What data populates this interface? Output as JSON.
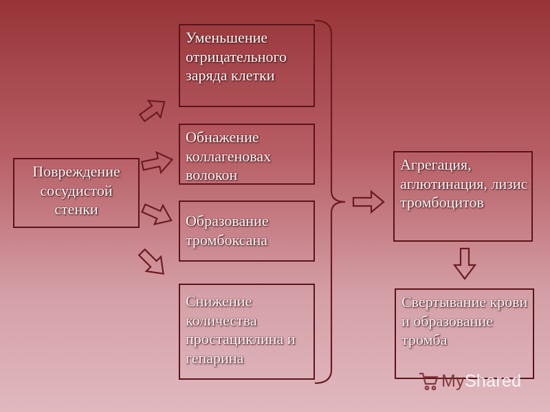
{
  "diagram": {
    "source": {
      "text": "Повреждение сосудистой стенки"
    },
    "effects": [
      {
        "id": "charge",
        "text": "Уменьшение отрицательного заряда клетки"
      },
      {
        "id": "collagen",
        "text": "Обнажение коллагеновах волокон"
      },
      {
        "id": "thromboxane",
        "text": "Образование тромбоксана"
      },
      {
        "id": "prostacyclin",
        "text": "Снижение количества простациклина и гепарина"
      }
    ],
    "result": {
      "text": "Агрегация, аглютинация, лизис тромбоцитов"
    },
    "outcome": {
      "text": "Свертывание крови и образование тромба"
    }
  },
  "watermark": {
    "brand_a": "My",
    "brand_b": "Shared"
  },
  "colors": {
    "background_top": "#973437",
    "background_bottom": "#e0b8be",
    "border": "#5a1218",
    "text": "#ffffff",
    "arrow_stroke": "#6a1a20"
  }
}
